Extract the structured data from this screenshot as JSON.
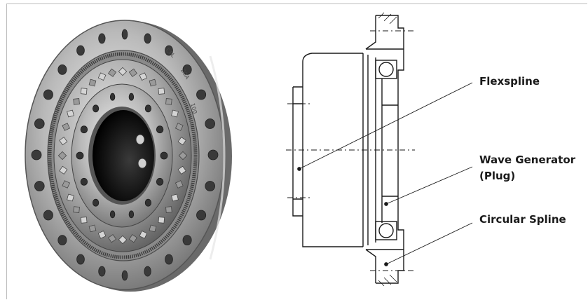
{
  "photo": {
    "engraving_line1": "CPL",
    "engraving_line2": "20A",
    "engraving_line3": "100"
  },
  "labels": {
    "flexspline": "Flexspline",
    "wave_generator_line1": "Wave Generator",
    "wave_generator_line2": "(Plug)",
    "circular_spline": "Circular Spline"
  },
  "colors": {
    "frame": "#bdbdbd",
    "line": "#1a1a1a",
    "text": "#1a1a1a"
  }
}
